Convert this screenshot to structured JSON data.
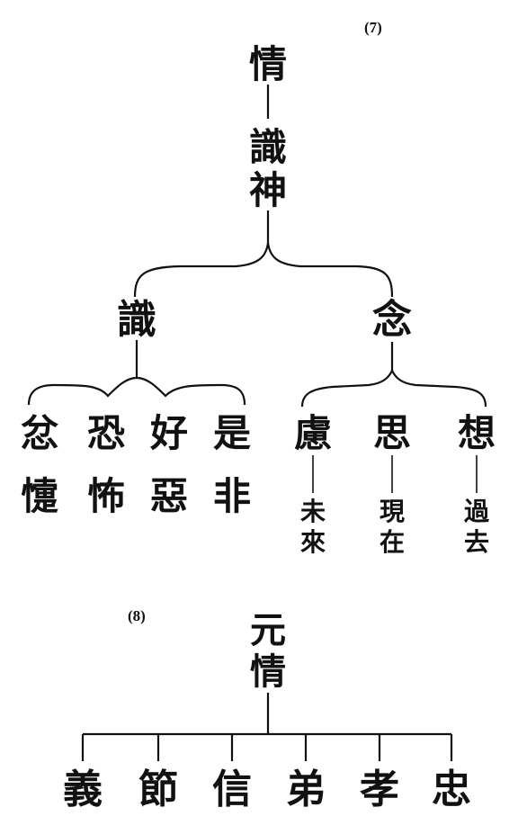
{
  "diagram7": {
    "label": "(7)",
    "root": "情",
    "second": [
      "識",
      "神"
    ],
    "branch_left": "識",
    "branch_right": "念",
    "left_leaves": [
      {
        "top": "忿",
        "bottom": "懥"
      },
      {
        "top": "恐",
        "bottom": "怖"
      },
      {
        "top": "好",
        "bottom": "惡"
      },
      {
        "top": "是",
        "bottom": "非"
      }
    ],
    "right_leaves": [
      {
        "top": "慮",
        "sub": [
          "未",
          "來"
        ]
      },
      {
        "top": "思",
        "sub": [
          "現",
          "在"
        ]
      },
      {
        "top": "想",
        "sub": [
          "過",
          "去"
        ]
      }
    ]
  },
  "diagram8": {
    "label": "(8)",
    "root": [
      "元",
      "情"
    ],
    "leaves": [
      "義",
      "節",
      "信",
      "弟",
      "孝",
      "忠"
    ]
  }
}
